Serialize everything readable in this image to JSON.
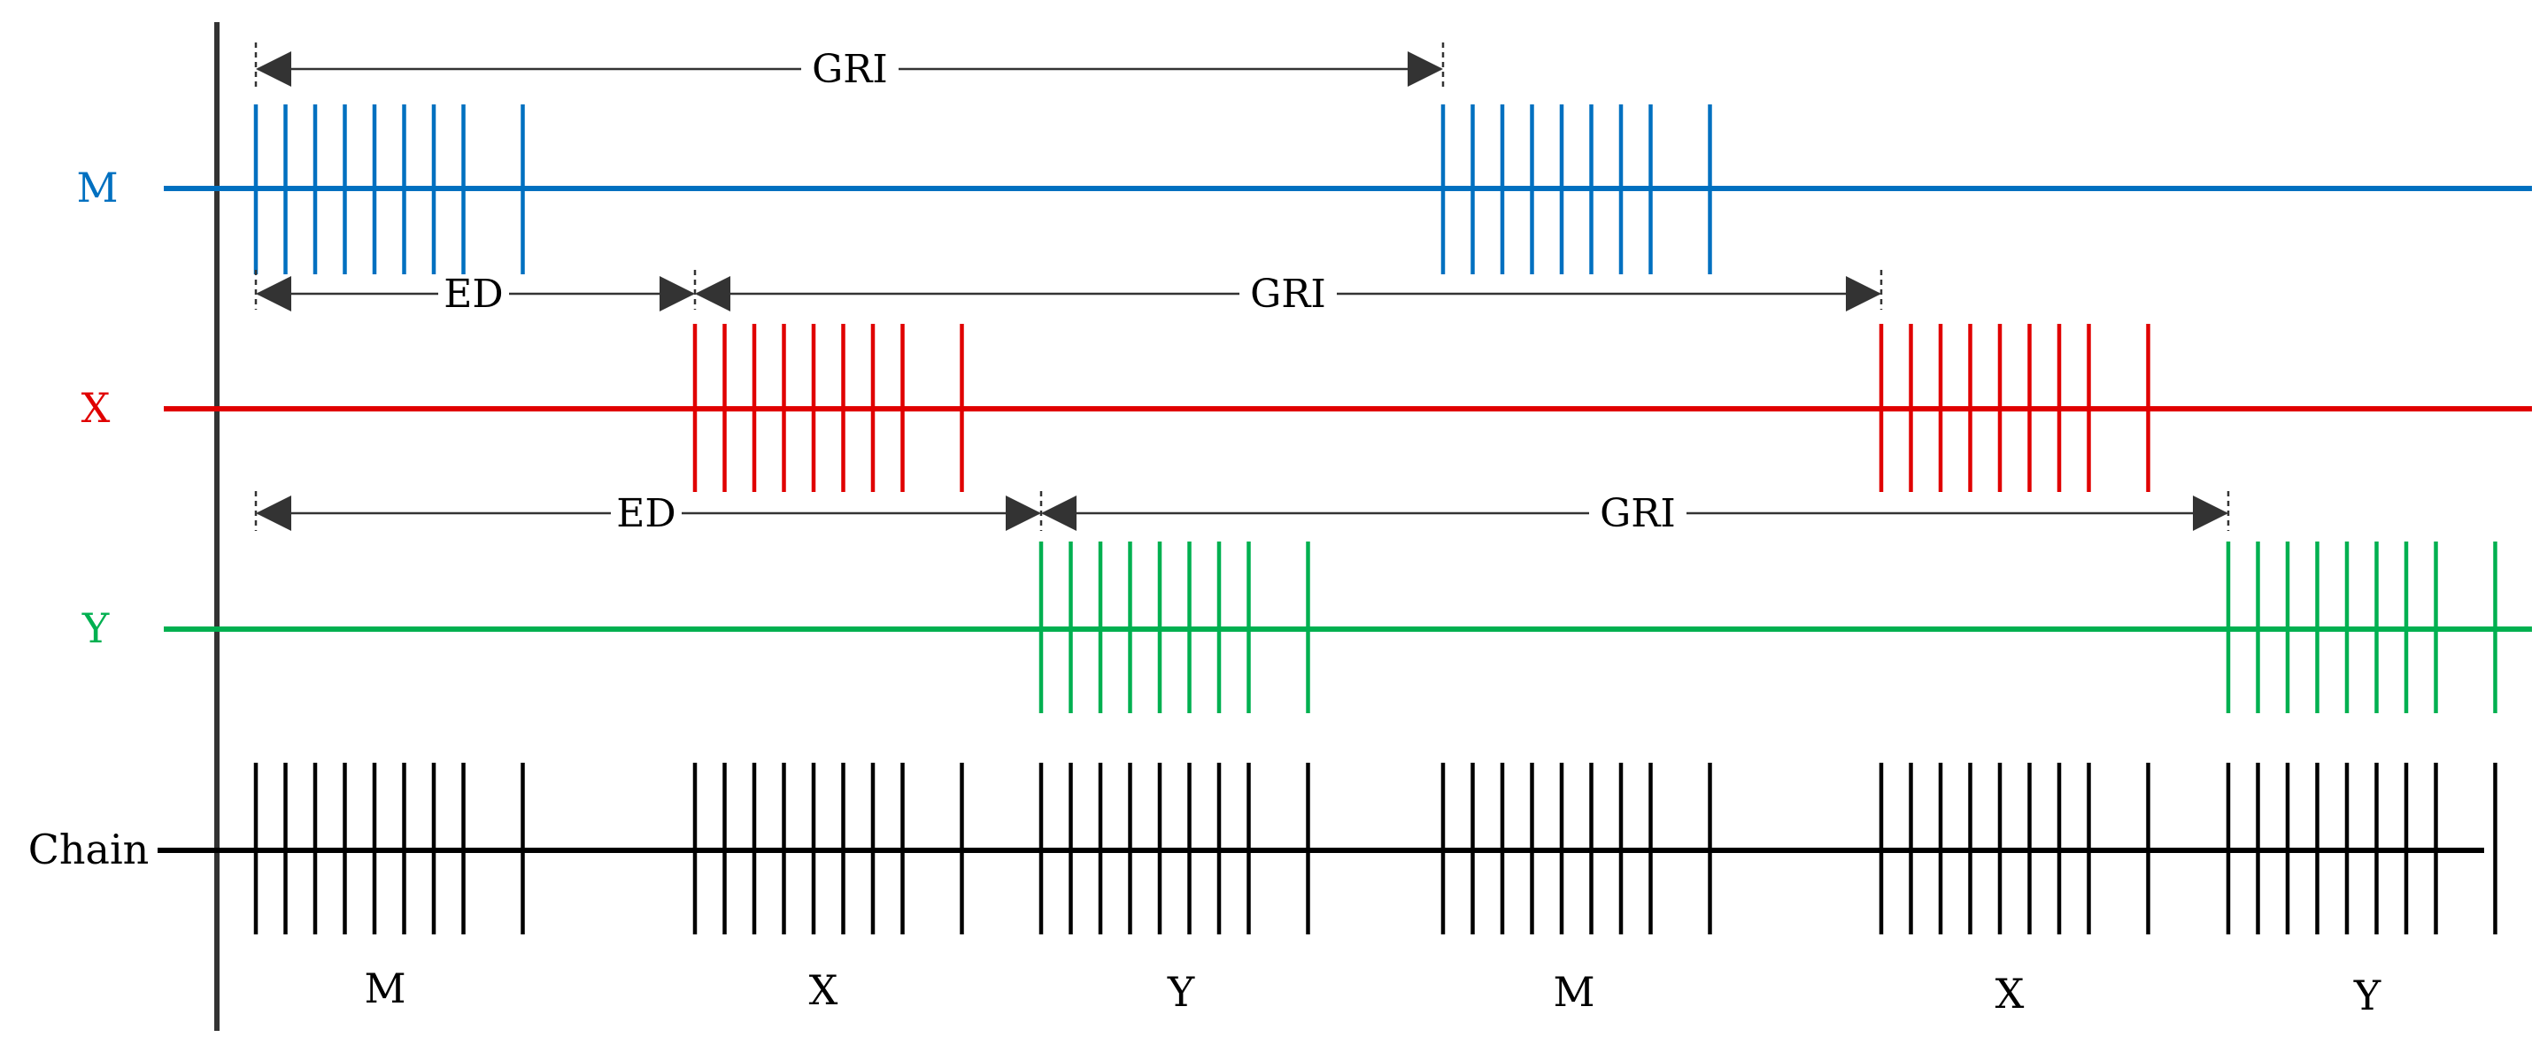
{
  "colors": {
    "M": "#0070c0",
    "X": "#e00000",
    "Y": "#00b050",
    "chain": "#000000",
    "axis": "#333333",
    "arrow": "#333333"
  },
  "rows": [
    {
      "id": "M",
      "label": "M",
      "color": "#0070c0"
    },
    {
      "id": "X",
      "label": "X",
      "color": "#e00000"
    },
    {
      "id": "Y",
      "label": "Y",
      "color": "#00b050"
    },
    {
      "id": "chain",
      "label": "Chain",
      "color": "#000000"
    }
  ],
  "pulses_per_group": 9,
  "intervals": {
    "M_gri": "GRI",
    "X_ed": "ED",
    "X_gri": "GRI",
    "Y_ed": "ED",
    "Y_gri": "GRI"
  },
  "chain_labels": [
    "M",
    "X",
    "Y",
    "M",
    "X",
    "Y"
  ]
}
